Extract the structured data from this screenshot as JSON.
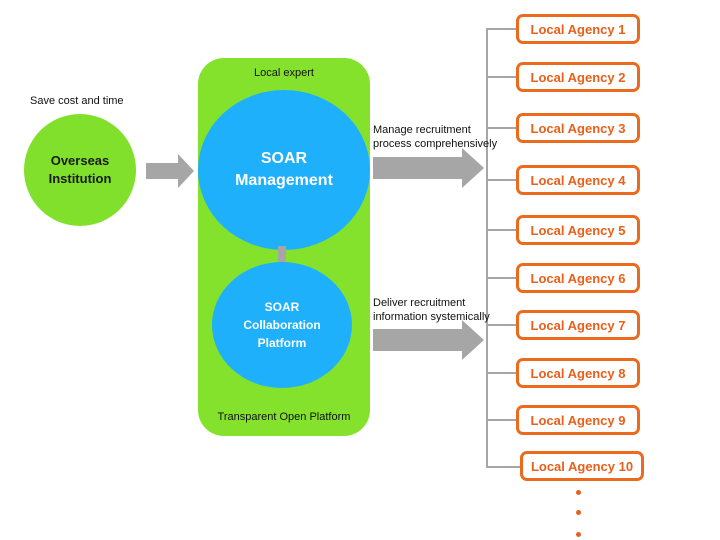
{
  "left": {
    "caption": "Save cost and time",
    "institution_line1": "Overseas",
    "institution_line2": "Institution"
  },
  "platform": {
    "top_label": "Local expert",
    "bottom_label": "Transparent Open Platform",
    "management_line1": "SOAR",
    "management_line2": "Management",
    "collab_line1": "SOAR",
    "collab_line2": "Collaboration",
    "collab_line3": "Platform"
  },
  "arrows": {
    "upper_line1": "Manage recruitment",
    "upper_line2": "process comprehensively",
    "lower_line1": "Deliver recruitment",
    "lower_line2": "information systemically"
  },
  "agencies": [
    "Local Agency 1",
    "Local Agency 2",
    "Local Agency 3",
    "Local Agency 4",
    "Local Agency 5",
    "Local Agency 6",
    "Local Agency 7",
    "Local Agency 8",
    "Local Agency 9",
    "Local Agency 10"
  ],
  "colors": {
    "green": "#84e22c",
    "blue": "#1fb0fb",
    "orange": "#ec6a1e",
    "arrow_gray": "#a6a6a6"
  }
}
